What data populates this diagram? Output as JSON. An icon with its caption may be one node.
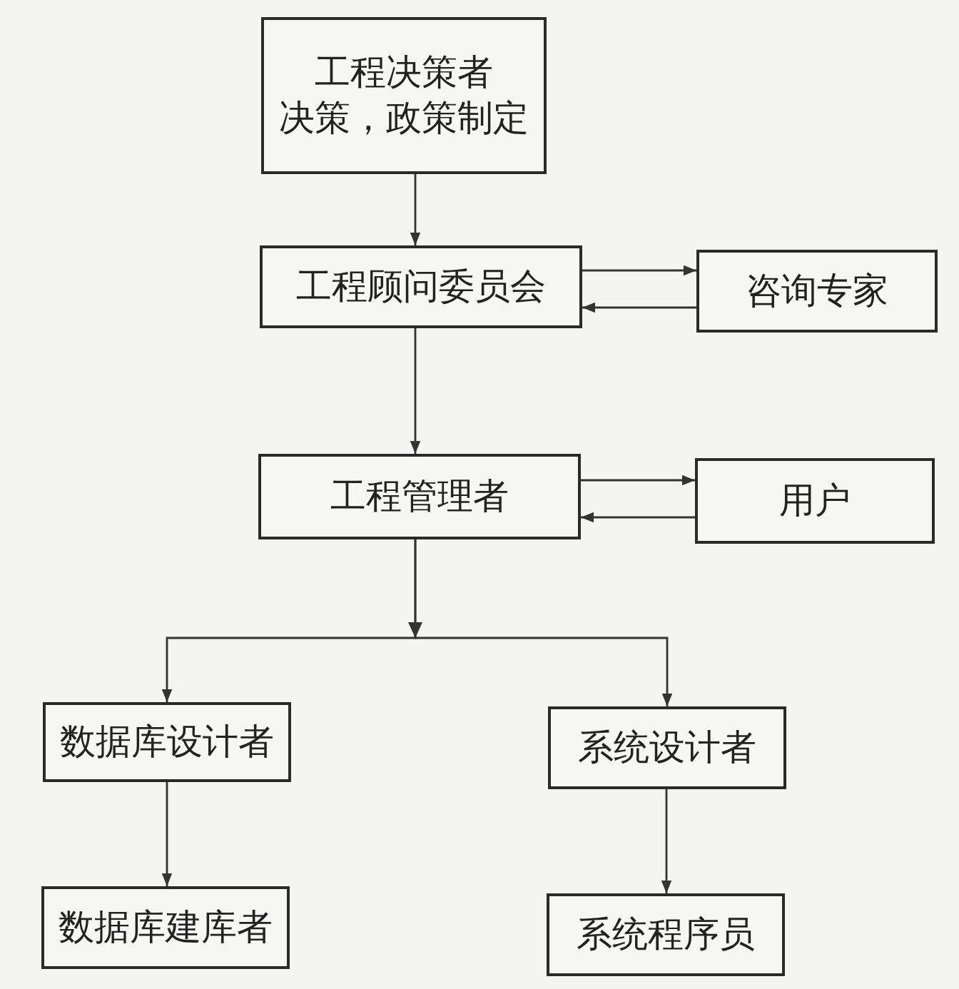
{
  "diagram": {
    "nodes": [
      {
        "text": [
          "工程决策者",
          "决策，政策制定"
        ]
      },
      {
        "text": [
          "工程顾问委员会"
        ]
      },
      {
        "text": [
          "咨询专家"
        ]
      },
      {
        "text": [
          "工程管理者"
        ]
      },
      {
        "text": [
          "用户"
        ]
      },
      {
        "text": [
          "数据库设计者"
        ]
      },
      {
        "text": [
          "系统设计者"
        ]
      },
      {
        "text": [
          "数据库建库者"
        ]
      },
      {
        "text": [
          "系统程序员"
        ]
      }
    ],
    "edges": [
      {
        "from": 0,
        "to": 1,
        "arrow": "to"
      },
      {
        "from": 1,
        "to": 2,
        "arrow": "to"
      },
      {
        "from": 2,
        "to": 1,
        "arrow": "to"
      },
      {
        "from": 1,
        "to": 3,
        "arrow": "to"
      },
      {
        "from": 3,
        "to": 4,
        "arrow": "to"
      },
      {
        "from": 4,
        "to": 3,
        "arrow": "to"
      },
      {
        "from": 3,
        "to": 5,
        "arrow": "to"
      },
      {
        "from": 3,
        "to": 6,
        "arrow": "to"
      },
      {
        "from": 5,
        "to": 7,
        "arrow": "to"
      },
      {
        "from": 6,
        "to": 8,
        "arrow": "to"
      }
    ]
  }
}
